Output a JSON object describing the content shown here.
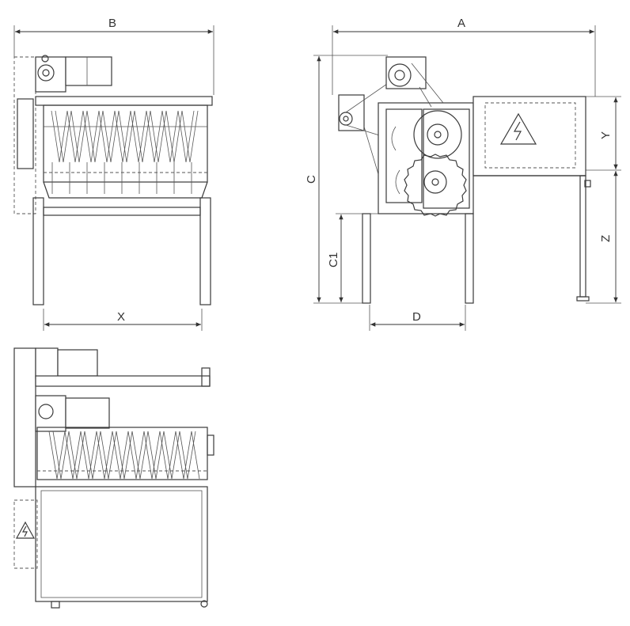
{
  "drawing": {
    "dimension_labels": {
      "A": "A",
      "B": "B",
      "C": "C",
      "C1": "C1",
      "D": "D",
      "X": "X",
      "Y": "Y",
      "Z": "Z"
    },
    "icons": [
      "high-voltage-warning-icon"
    ]
  }
}
